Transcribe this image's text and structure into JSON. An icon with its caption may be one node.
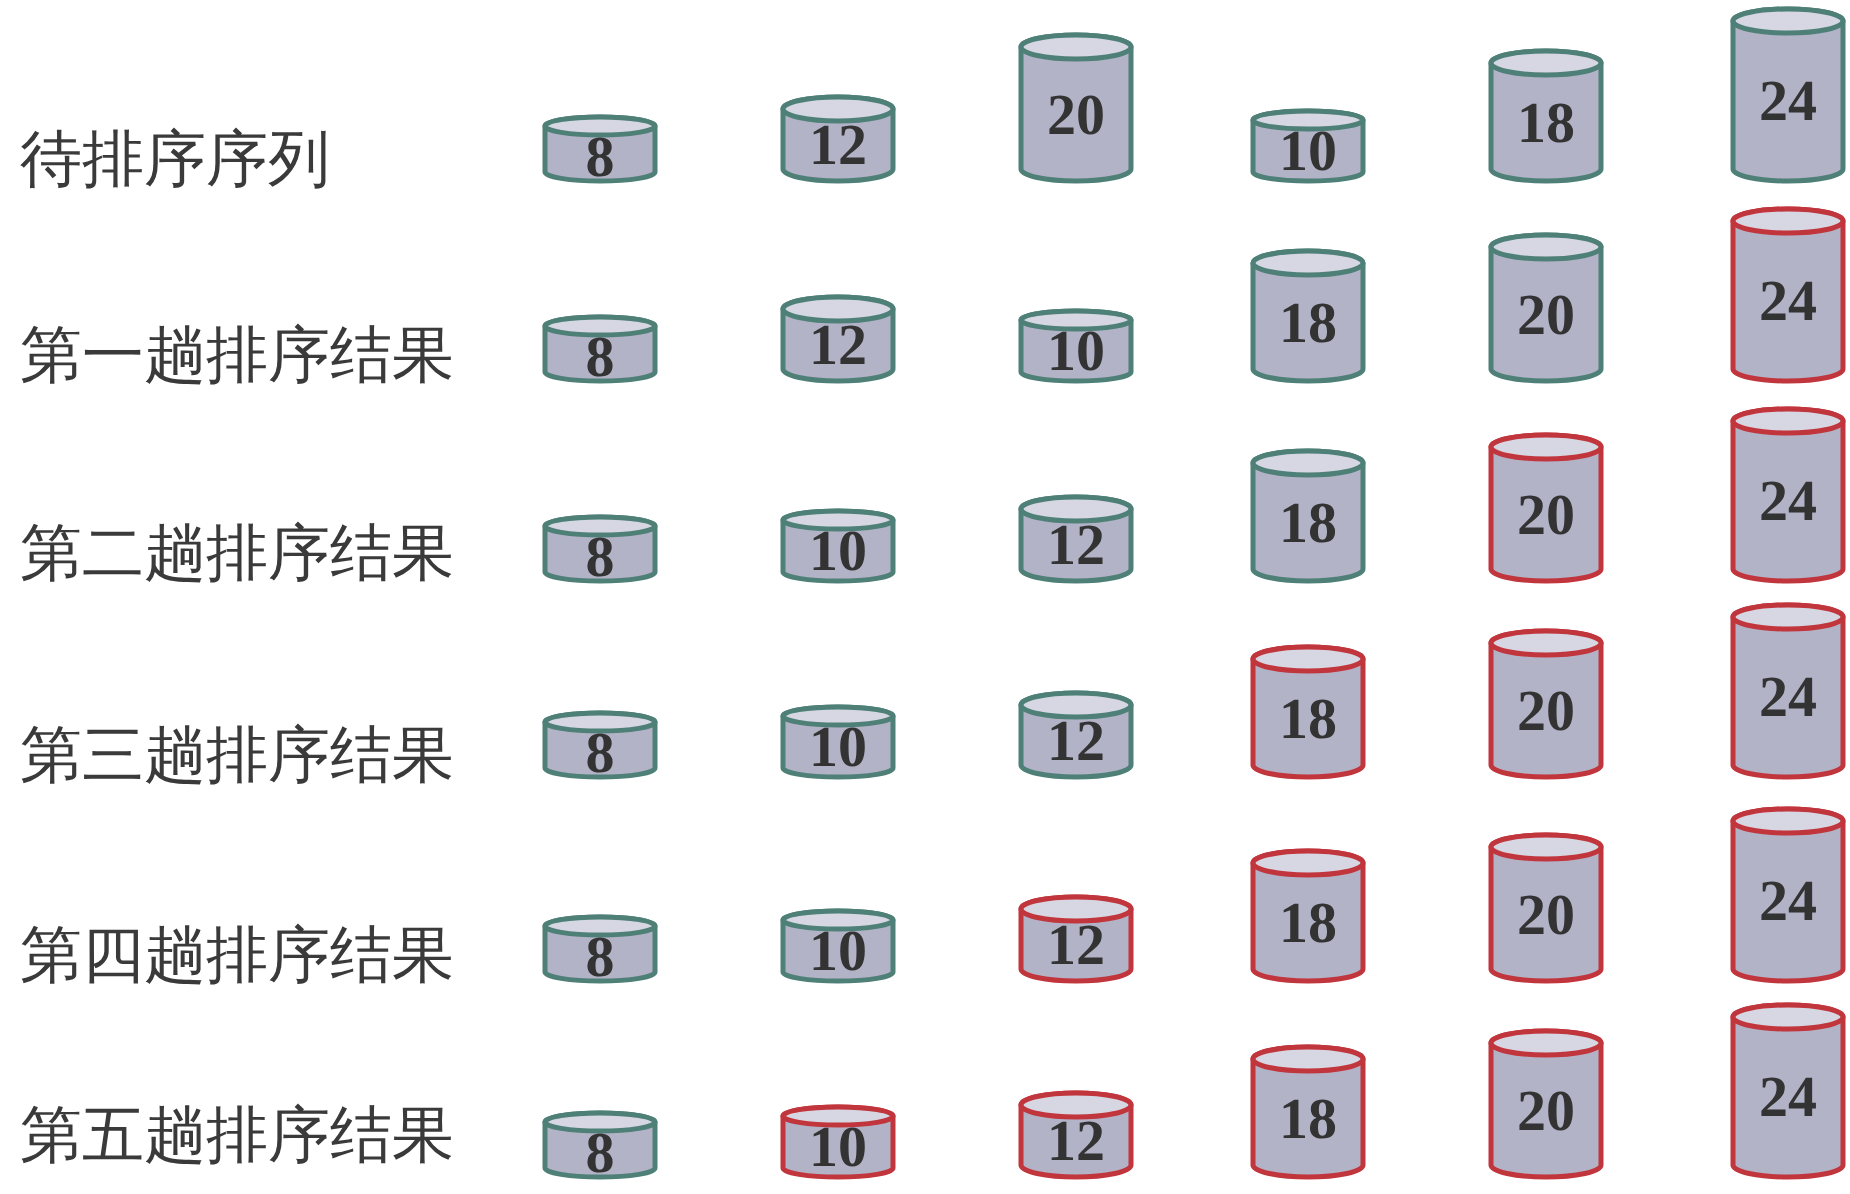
{
  "diagram": {
    "nodes": [
      {
        "text": [
          "8"
        ]
      },
      {
        "text": [
          "12"
        ]
      },
      {
        "text": [
          "20"
        ]
      },
      {
        "text": [
          "10"
        ]
      },
      {
        "text": [
          "18"
        ]
      },
      {
        "text": [
          "24"
        ]
      },
      {
        "text": [
          "8"
        ]
      },
      {
        "text": [
          "12"
        ]
      },
      {
        "text": [
          "10"
        ]
      },
      {
        "text": [
          "18"
        ]
      },
      {
        "text": [
          "20"
        ]
      },
      {
        "text": [
          "24"
        ]
      },
      {
        "text": [
          "8"
        ]
      },
      {
        "text": [
          "10"
        ]
      },
      {
        "text": [
          "12"
        ]
      },
      {
        "text": [
          "18"
        ]
      },
      {
        "text": [
          "20"
        ]
      },
      {
        "text": [
          "24"
        ]
      },
      {
        "text": [
          "8"
        ]
      },
      {
        "text": [
          "10"
        ]
      },
      {
        "text": [
          "12"
        ]
      },
      {
        "text": [
          "18"
        ]
      },
      {
        "text": [
          "20"
        ]
      },
      {
        "text": [
          "24"
        ]
      },
      {
        "text": [
          "8"
        ]
      },
      {
        "text": [
          "10"
        ]
      },
      {
        "text": [
          "12"
        ]
      },
      {
        "text": [
          "18"
        ]
      },
      {
        "text": [
          "20"
        ]
      },
      {
        "text": [
          "24"
        ]
      },
      {
        "text": [
          "8"
        ]
      },
      {
        "text": [
          "10"
        ]
      },
      {
        "text": [
          "12"
        ]
      },
      {
        "text": [
          "18"
        ]
      },
      {
        "text": [
          "20"
        ]
      },
      {
        "text": [
          "24"
        ]
      }
    ],
    "labels": [
      "待排序序列",
      "第一趟排序结果",
      "第二趟排序结果",
      "第三趟排序结果",
      "第四趟排序结果",
      "第五趟排序结果"
    ]
  }
}
